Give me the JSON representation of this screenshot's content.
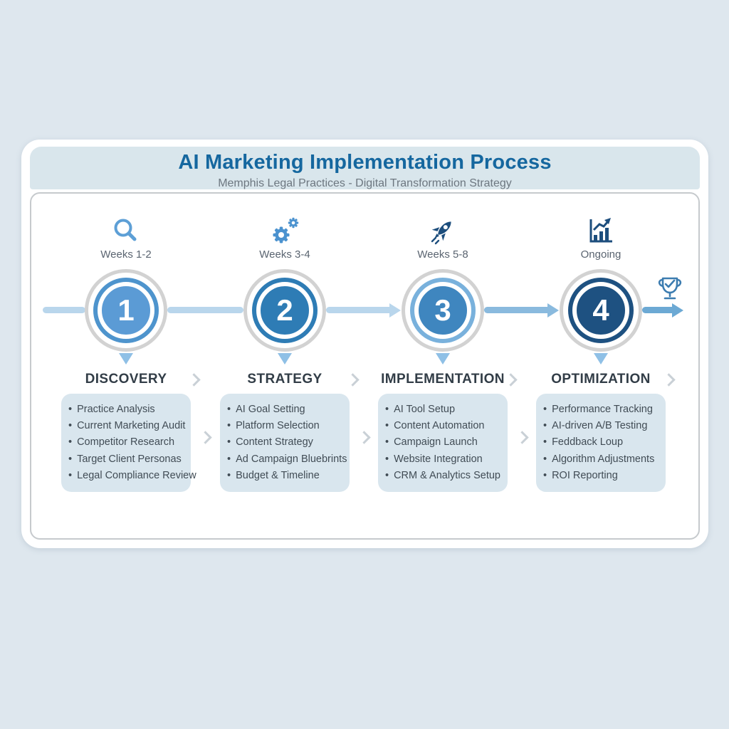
{
  "header": {
    "title": "AI Marketing Implementation Process",
    "subtitle": "Memphis Legal Practices - Digital Transformation Strategy"
  },
  "stages": [
    {
      "number": "1",
      "icon": "search-icon",
      "weeks": "Weeks 1-2",
      "label": "DISCOVERY",
      "ring_color": "#4e94cd",
      "circle_color": "#5b9bd5",
      "items": [
        "Practice Analysis",
        "Current Marketing Audit",
        "Competitor Research",
        "Target Client Personas",
        "Legal Compliance Review"
      ]
    },
    {
      "number": "2",
      "icon": "gears-icon",
      "weeks": "Weeks 3-4",
      "label": "STRATEGY",
      "ring_color": "#2e7cb5",
      "circle_color": "#2e7cb5",
      "items": [
        "AI Goal Setting",
        "Platform Selection",
        "Content Strategy",
        "Ad Campaign Bluebrints",
        "Budget & Timeline"
      ]
    },
    {
      "number": "3",
      "icon": "rocket-icon",
      "weeks": "Weeks 5-8",
      "label": "IMPLEMENTATION",
      "ring_color": "#79b1dc",
      "circle_color": "#3f86bf",
      "items": [
        "AI Tool Setup",
        "Content Automation",
        "Campaign Launch",
        "Website Integration",
        "CRM & Analytics Setup"
      ]
    },
    {
      "number": "4",
      "icon": "chart-icon",
      "weeks": "Ongoing",
      "label": "OPTIMIZATION",
      "ring_color": "#1e5181",
      "circle_color": "#1e5181",
      "items": [
        "Performance Tracking",
        "AI-driven A/B Testing",
        "Feddback Loup",
        "Algorithm Adjustments",
        "ROI Reporting"
      ]
    }
  ],
  "timeline": {
    "end_icon": "trophy-icon"
  },
  "colors": {
    "page_background": "#dee7ee",
    "card_background": "#ffffff",
    "header_band": "#d9e6ec",
    "title_blue": "#15679f",
    "subtitle_gray": "#6d7780",
    "panel_border": "#c6cacd",
    "timeline_light": "#b9d6ec",
    "timeline_medium": "#8abade",
    "timeline_dark": "#6ca9d4",
    "items_card_background": "#d9e6ee",
    "stage_label_text": "#323d47",
    "item_text": "#414c55",
    "icon_light_blue": "#5d9fd6",
    "icon_navy": "#1d4e7d"
  }
}
